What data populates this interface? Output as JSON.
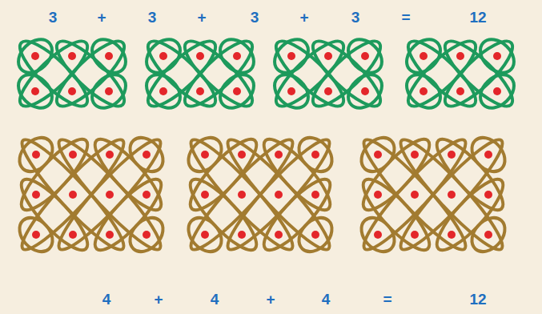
{
  "diagram": {
    "labels": [
      "3",
      "+",
      "3",
      "+",
      "3",
      "+",
      "3",
      "=",
      "12",
      "4",
      "+",
      "4",
      "+",
      "4",
      "=",
      "12"
    ]
  }
}
